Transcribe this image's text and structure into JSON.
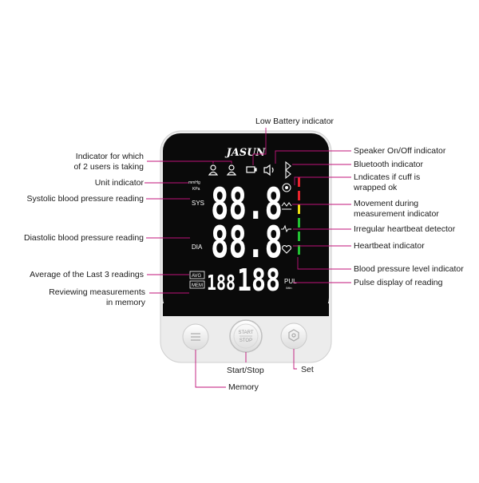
{
  "device": {
    "brand": "JASUN",
    "unit_top": "mmHg",
    "unit_bottom": "KPa",
    "sys_tag": "SYS",
    "dia_tag": "DIA",
    "avg_tag": "AVG",
    "mem_tag": "MEM",
    "pul_tag": "PUL",
    "pul_unit": "/Min",
    "sys_digits": "88.8",
    "dia_digits": "88.8",
    "mem_digits": "188",
    "pulse_digits": "188",
    "start_top": "START",
    "start_bottom": "STOP",
    "level_colors": [
      "#e8242d",
      "#e8242d",
      "#f2e012",
      "#22c233",
      "#22c233",
      "#22c233"
    ]
  },
  "labels": {
    "low_battery": "Low Battery indicator",
    "users_line1": "Indicator for which",
    "users_line2": "of 2 users is taking",
    "unit": "Unit indicator",
    "systolic": "Systolic blood pressure reading",
    "diastolic": "Diastolic blood pressure reading",
    "average": "Average of the Last 3 readings",
    "memory_line1": "Reviewing measurements",
    "memory_line2": "in memory",
    "speaker": "Speaker On/Off indicator",
    "bluetooth": "Bluetooth indicator",
    "cuff_line1": "Lndicates if cuff is",
    "cuff_line2": "wrapped ok",
    "movement_line1": "Movement during",
    "movement_line2": "measurement indicator",
    "irregular": "Irregular heartbeat detector",
    "heartbeat": "Heartbeat indicator",
    "bp_level": "Blood pressure level indicator",
    "pulse": "Pulse display of reading",
    "start_stop": "Start/Stop",
    "set": "Set",
    "memory": "Memory"
  }
}
